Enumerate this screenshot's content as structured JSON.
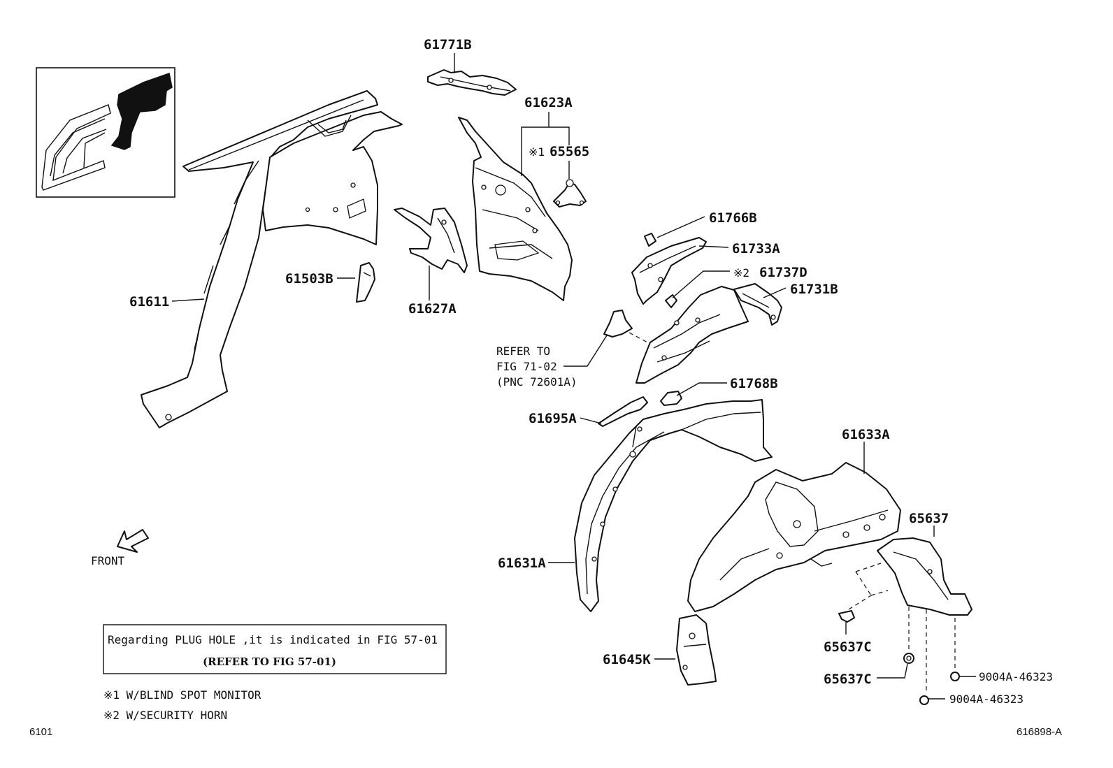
{
  "labels": {
    "p61771B": "61771B",
    "p61623A": "61623A",
    "p65565": "65565",
    "p65565_mark": "※1",
    "p61766B": "61766B",
    "p61733A": "61733A",
    "p61737D": "61737D",
    "p61737D_mark": "※2",
    "p61731B": "61731B",
    "p61503B": "61503B",
    "p61611": "61611",
    "p61627A": "61627A",
    "p61768B": "61768B",
    "p61695A": "61695A",
    "p61633A": "61633A",
    "p65637": "65637",
    "p61631A": "61631A",
    "p65637C_1": "65637C",
    "p65637C_2": "65637C",
    "p61645K": "61645K",
    "p9004A_1": "9004A-46323",
    "p9004A_2": "9004A-46323"
  },
  "refer": {
    "line1": "REFER TO",
    "line2": "FIG 71-02",
    "line3": "(PNC 72601A)"
  },
  "front_label": "FRONT",
  "plug_note": {
    "line1": "Regarding PLUG HOLE ,it is indicated in FIG 57-01",
    "line2": "(REFER TO FIG 57-01)"
  },
  "footnotes": {
    "n1": "※1 W/BLIND SPOT MONITOR",
    "n2": "※2 W/SECURITY HORN"
  },
  "page_code": "6101",
  "figure_code": "616898-A"
}
